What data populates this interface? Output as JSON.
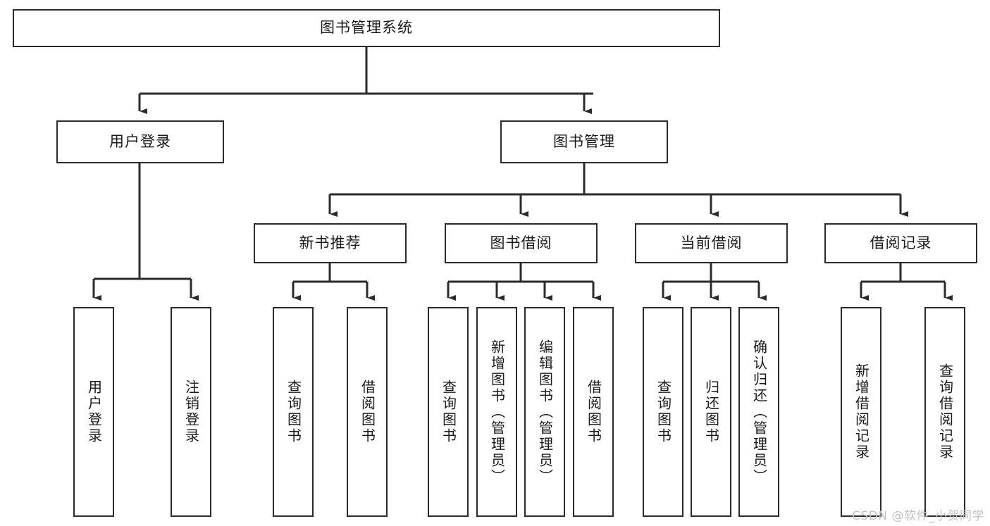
{
  "diagram": {
    "type": "tree-hierarchy",
    "title": "图书管理系统",
    "orientation": "top-down",
    "colors": {
      "box_border": "#2b2b2b",
      "box_fill": "#ffffff",
      "edge": "#2b2b2b",
      "text": "#1a1a1a",
      "watermark": "#c2c2c2",
      "background": "#ffffff"
    }
  },
  "root": {
    "label": "图书管理系统"
  },
  "level2": [
    {
      "label": "用户登录"
    },
    {
      "label": "图书管理"
    }
  ],
  "level3": [
    {
      "label": "新书推荐"
    },
    {
      "label": "图书借阅"
    },
    {
      "label": "当前借阅"
    },
    {
      "label": "借阅记录"
    }
  ],
  "leaves": {
    "user_login": [
      {
        "label": "用户登录"
      },
      {
        "label": "注销登录"
      }
    ],
    "new_book_recommend": [
      {
        "label": "查询图书"
      },
      {
        "label": "借阅图书"
      }
    ],
    "book_borrow": [
      {
        "label": "查询图书"
      },
      {
        "label": "新增图书（管理员）"
      },
      {
        "label": "编辑图书（管理员）"
      },
      {
        "label": "借阅图书"
      }
    ],
    "current_borrow": [
      {
        "label": "查询图书"
      },
      {
        "label": "归还图书"
      },
      {
        "label": "确认归还（管理员）"
      }
    ],
    "borrow_record": [
      {
        "label": "新增借阅记录"
      },
      {
        "label": "查询借阅记录"
      }
    ]
  },
  "watermark": {
    "text": "CSDN @软件_小贺同学"
  }
}
